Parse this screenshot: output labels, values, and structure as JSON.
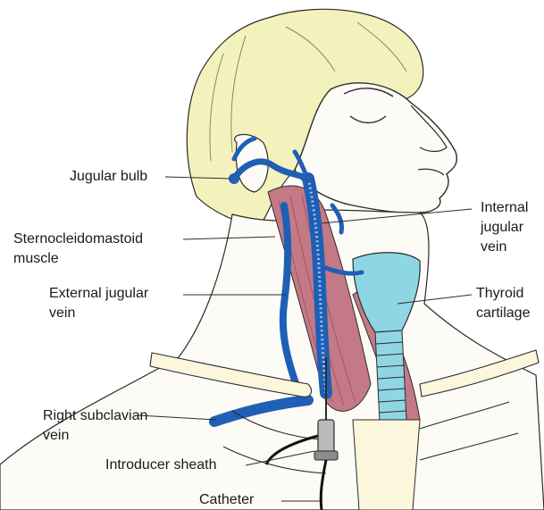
{
  "labels": {
    "jugular_bulb": "Jugular bulb",
    "sternocleidomastoid_line1": "Sternocleidomastoid",
    "sternocleidomastoid_line2": "muscle",
    "external_jugular_line1": "External jugular",
    "external_jugular_line2": "vein",
    "right_subclavian_line1": "Right subclavian",
    "right_subclavian_line2": "vein",
    "introducer_sheath": "Introducer sheath",
    "catheter": "Catheter",
    "internal_jugular_line1": "Internal",
    "internal_jugular_line2": "jugular",
    "internal_jugular_line3": "vein",
    "thyroid_line1": "Thyroid",
    "thyroid_line2": "cartilage"
  },
  "colors": {
    "hair": "#f4f2bc",
    "skin": "#fdfbf6",
    "outline": "#2b2b2b",
    "vein": "#1f5fb5",
    "muscle": "#c47a86",
    "muscle_dark": "#a65566",
    "cartilage": "#8fd6e4",
    "bone": "#fbf6dc",
    "catheter": "#111111"
  }
}
